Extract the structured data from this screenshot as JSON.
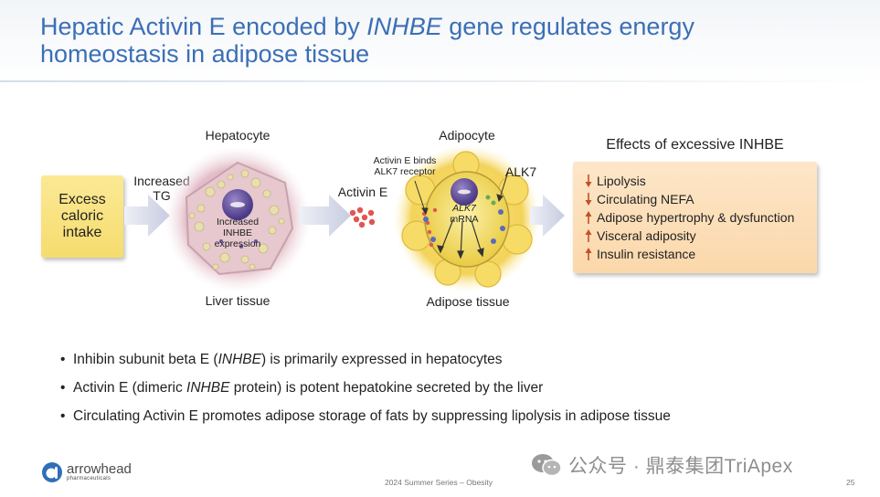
{
  "title": {
    "line1_pre": "Hepatic Activin E encoded by ",
    "line1_ital": "INHBE",
    "line1_post": " gene regulates energy",
    "line2": "homeostasis in adipose tissue"
  },
  "diagram": {
    "intake_box": [
      "Excess",
      "caloric",
      "intake"
    ],
    "increased_tg": [
      "Increased",
      "TG"
    ],
    "hepatocyte_label": "Hepatocyte",
    "hepatocyte_inner": [
      "Increased",
      "INHBE",
      "expression"
    ],
    "liver_tissue_label": "Liver tissue",
    "activin_e_label": "Activin E",
    "adipocyte_label": "Adipocyte",
    "binds_label": [
      "Activin E binds",
      "ALK7 receptor"
    ],
    "alk7_label": "ALK7",
    "alk7_mrna": [
      "ALK7",
      "mRNA"
    ],
    "adipose_tissue_label": "Adipose tissue",
    "effects_title": "Effects of excessive INHBE",
    "effects": [
      {
        "text": "Lipolysis",
        "direction": "down"
      },
      {
        "text": "Circulating NEFA",
        "direction": "down"
      },
      {
        "text": "Adipose hypertrophy & dysfunction",
        "direction": "up"
      },
      {
        "text": "Visceral adiposity",
        "direction": "up"
      },
      {
        "text": "Insulin resistance",
        "direction": "up"
      }
    ]
  },
  "bullets": [
    {
      "pre": "Inhibin subunit beta E (",
      "ital": "INHBE",
      "post": ") is primarily expressed in hepatocytes"
    },
    {
      "pre": "Activin E (dimeric ",
      "ital": "INHBE",
      "post": " protein) is potent hepatokine secreted by the liver"
    },
    {
      "pre": "Circulating Activin E promotes adipose storage of fats by suppressing lipolysis in adipose tissue",
      "ital": "",
      "post": ""
    }
  ],
  "footer": {
    "logo_name": "arrowhead",
    "logo_sub": "pharmaceuticals",
    "series": "2024 Summer Series – Obesity",
    "page": "25",
    "watermark": "公众号 · 鼎泰集团TriApex"
  },
  "colors": {
    "title_blue": "#3b6fb6",
    "effect_arrow": "#c0502a",
    "intake_yellow": "#f6dc6e",
    "effects_peach": "#fbd8ab"
  },
  "icons": {
    "logo": "arrowhead-logo-icon",
    "watermark": "wechat-icon"
  }
}
